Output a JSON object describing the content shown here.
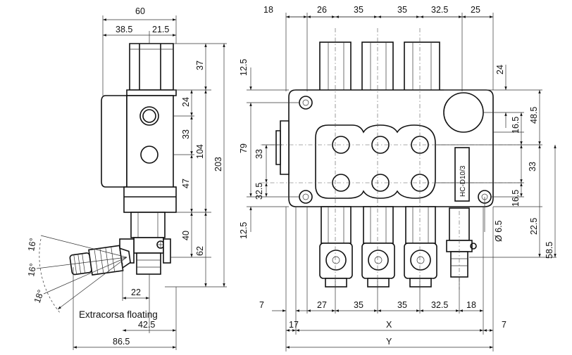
{
  "drawing": {
    "side_view": {
      "dims": {
        "width_total": "60",
        "width_left": "38.5",
        "width_right": "21.5",
        "v_top": "37",
        "v_port1": "24",
        "v_port2": "33",
        "v_mid": "47",
        "v_span": "104",
        "v_total": "203",
        "v_lower": "40",
        "v_bottom": "62",
        "h_22": "22",
        "h_42_5": "42.5",
        "h_86_5": "86.5"
      },
      "angles": [
        "16°",
        "16°",
        "18°"
      ],
      "floating_label": "Extracorsa floating"
    },
    "front_view": {
      "top_dims": [
        "18",
        "26",
        "35",
        "35",
        "32.5",
        "25"
      ],
      "bottom_dims": [
        "7",
        "27",
        "35",
        "35",
        "32.5",
        "18"
      ],
      "overall": {
        "x_left": "17",
        "x": "X",
        "x_right": "7",
        "y": "Y"
      },
      "left_dims": {
        "top": "12.5",
        "height": "79",
        "upper": "33",
        "lower": "32.5",
        "bottom": "12.5"
      },
      "right_dims": {
        "d24": "24",
        "d48_5": "48.5",
        "d16_5a": "16.5",
        "d33": "33",
        "d16_5b": "16.5",
        "d22_5": "22.5",
        "d58_5": "58.5",
        "hole": "Ø 6.5"
      },
      "model_tag": "HC-D10/3"
    }
  }
}
